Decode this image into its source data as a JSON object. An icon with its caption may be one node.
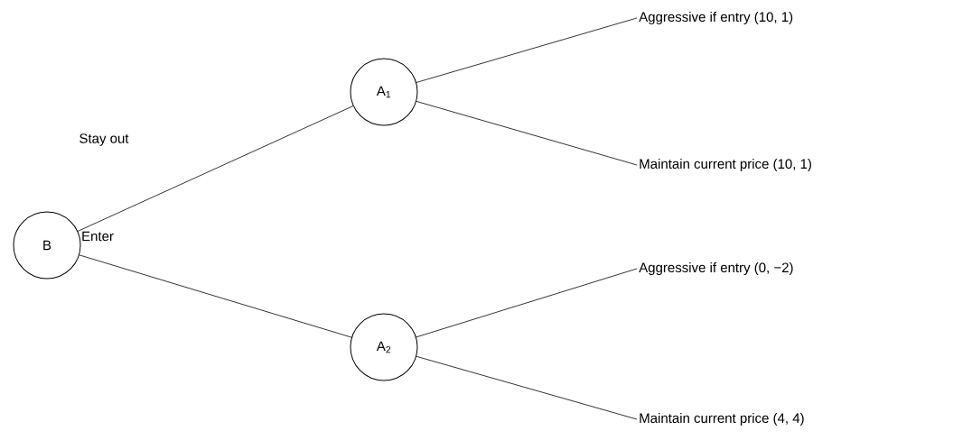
{
  "diagram": {
    "nodes": [
      {
        "text": [
          "B"
        ]
      },
      {
        "text": [
          "A$_{1}$"
        ]
      },
      {
        "text": [
          "A$_{2}$"
        ]
      },
      {
        "text": [
          "Aggressive if entry  (10, 1)"
        ]
      },
      {
        "text": [
          "Maintain current price  (10, 1)"
        ]
      },
      {
        "text": [
          "Aggressive if entry  (0, −2)"
        ]
      },
      {
        "text": [
          "Maintain current price  (4, 4)"
        ]
      }
    ],
    "edges": [
      {
        "from": 0,
        "to": 1,
        "arrow": "none",
        "label": "Stay out"
      },
      {
        "from": 0,
        "to": 2,
        "arrow": "none",
        "label": "Enter"
      },
      {
        "from": 1,
        "to": 3,
        "arrow": "none"
      },
      {
        "from": 1,
        "to": 4,
        "arrow": "none"
      },
      {
        "from": 2,
        "to": 5,
        "arrow": "none"
      },
      {
        "from": 2,
        "to": 6,
        "arrow": "none"
      }
    ]
  }
}
